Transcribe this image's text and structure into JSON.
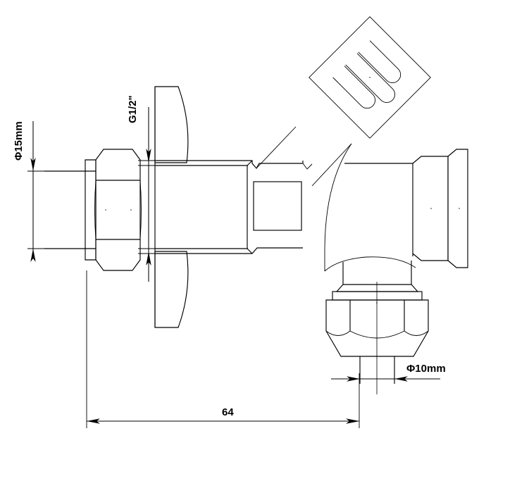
{
  "drawing": {
    "title": "Angle Valve Technical Drawing",
    "type": "engineering-orthographic-drawing",
    "background_color": "#ffffff",
    "line_color": "#000000",
    "annotations": {
      "inlet_diameter": {
        "label": "Φ15mm",
        "orientation": "vertical",
        "position": "left",
        "describes": "inlet-pipe-diameter"
      },
      "thread_spec": {
        "label": "G1/2\"",
        "orientation": "vertical",
        "position": "upper-left-center",
        "describes": "inlet-thread-size"
      },
      "outlet_diameter": {
        "label": "Φ10mm",
        "orientation": "horizontal",
        "position": "bottom-right",
        "describes": "outlet-tube-diameter"
      },
      "overall_length": {
        "label": "64",
        "orientation": "horizontal",
        "position": "bottom",
        "describes": "overall-length-dimension"
      }
    },
    "components": {
      "inlet_pipe": "inlet-pipe",
      "inlet_hex_nut": "inlet-hex-nut",
      "escutcheon": "escutcheon-flange",
      "valve_body": "valve-body",
      "square_detail": "body-square-detail",
      "handle": "lever-handle",
      "handle_stem": "handle-stem",
      "elbow": "elbow-junction",
      "outlet_right": "right-outlet-spout",
      "outlet_bottom_nut": "bottom-compression-nut",
      "outlet_bottom_tube": "bottom-outlet-tube"
    }
  }
}
